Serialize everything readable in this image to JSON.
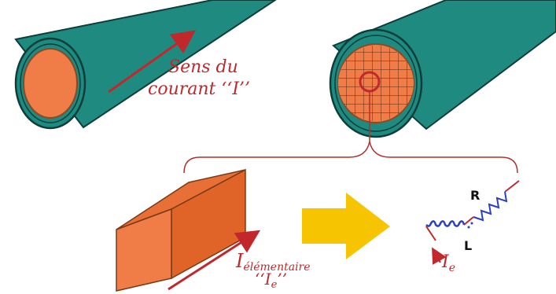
{
  "labels": {
    "current_direction_line1": "Sens du",
    "current_direction_line2": "courant ‘‘I’’",
    "elementary_current_main": "I",
    "elementary_current_sub": "élémentaire",
    "elementary_current_short": "‘‘I",
    "elementary_current_short_sub": "e",
    "elementary_current_short_end": "’’",
    "circuit_resistance": "R",
    "circuit_inductance": "L",
    "circuit_current_main": "I",
    "circuit_current_sub": "e"
  },
  "colors": {
    "cable_sheath": "#1f8a80",
    "cable_dark": "#0d3e3a",
    "conductor": "#f07c48",
    "conductor_edge": "#8a4a25",
    "red_accent": "#c0282c",
    "arrow_yellow": "#f6c400",
    "coil_blue": "#2b3fbf"
  }
}
